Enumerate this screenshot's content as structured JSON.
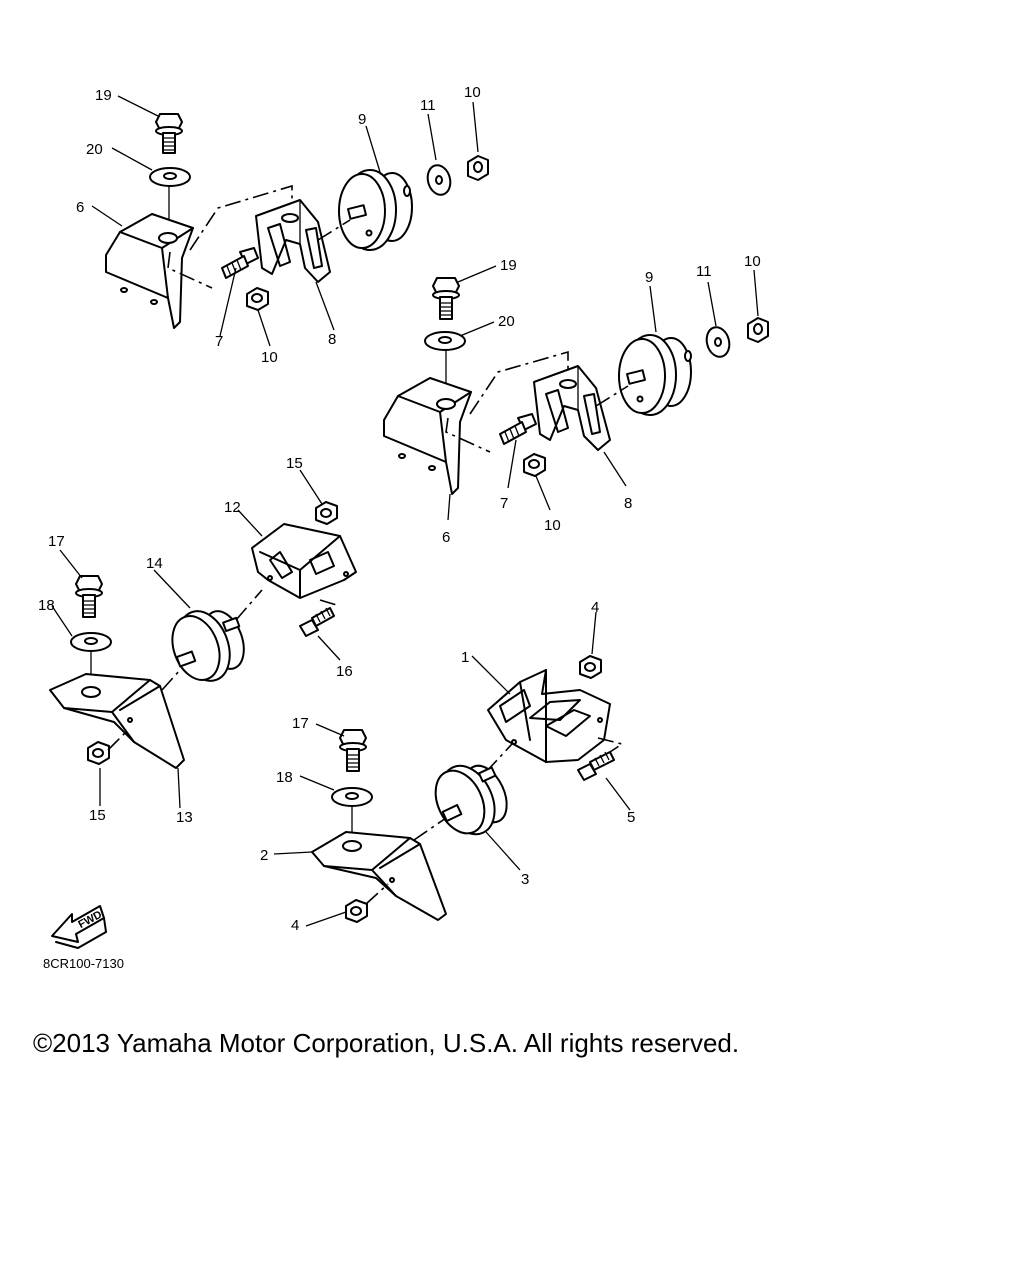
{
  "callouts": {
    "c1": "1",
    "c2": "2",
    "c3": "3",
    "c4a": "4",
    "c4b": "4",
    "c5": "5",
    "c6a": "6",
    "c6b": "6",
    "c7a": "7",
    "c7b": "7",
    "c8a": "8",
    "c8b": "8",
    "c9a": "9",
    "c9b": "9",
    "c10a": "10",
    "c10b": "10",
    "c10c": "10",
    "c10d": "10",
    "c11a": "11",
    "c11b": "11",
    "c12": "12",
    "c13": "13",
    "c14": "14",
    "c15a": "15",
    "c15b": "15",
    "c16": "16",
    "c17a": "17",
    "c17b": "17",
    "c18a": "18",
    "c18b": "18",
    "c19a": "19",
    "c19b": "19",
    "c20a": "20",
    "c20b": "20"
  },
  "fwd_label": "FWD",
  "drawing_code": "8CR100-7130",
  "copyright": "©2013 Yamaha Motor Corporation, U.S.A. All rights reserved."
}
